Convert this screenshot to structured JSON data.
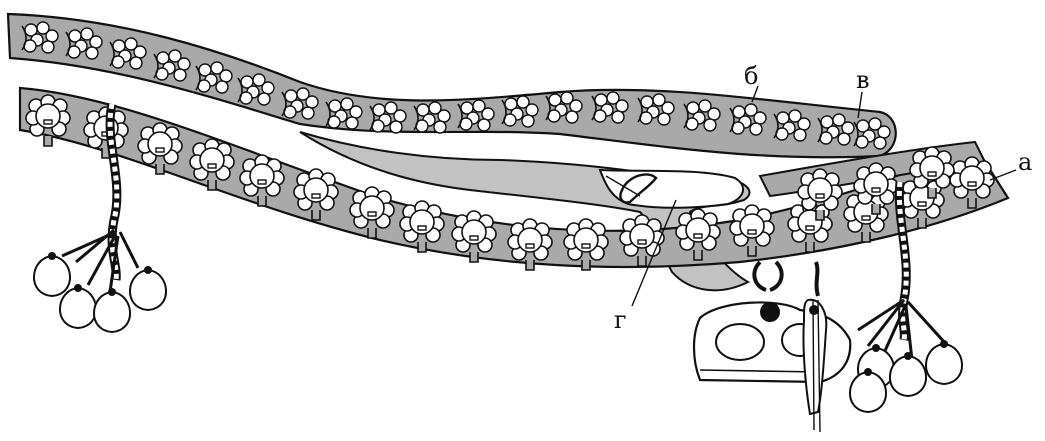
{
  "labels": {
    "a": "а",
    "b": "б",
    "v": "в",
    "g": "г"
  },
  "colors": {
    "belt_fill": "#a9a9a9",
    "scarf_fill": "#c2c2c2",
    "rosette_fill": "#ffffff",
    "outline": "#111111"
  },
  "parts": {
    "upper_belt": "upper-belt",
    "lower_belt": "lower-belt",
    "sash": "sash",
    "left_tassel": "left-tassel",
    "right_tassel": "right-tassel",
    "pouch": "pouch",
    "knife": "knife"
  }
}
